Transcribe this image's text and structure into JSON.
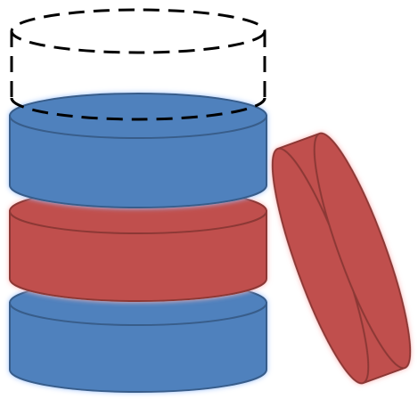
{
  "diagram": {
    "stack": [
      {
        "role": "empty-slot",
        "style": "dashed-outline",
        "color": "#000000"
      },
      {
        "role": "disk",
        "color": "#4f81bd",
        "edge": "#385d8a"
      },
      {
        "role": "disk",
        "color": "#c0504d",
        "edge": "#8c3836"
      },
      {
        "role": "disk",
        "color": "#4f81bd",
        "edge": "#385d8a"
      }
    ],
    "detached_disk": {
      "color": "#c0504d",
      "edge": "#8c3836",
      "tilt": "leaning-right"
    },
    "glow_colors": {
      "blue": "#9dc3ff",
      "red": "#ffb6b6"
    }
  }
}
